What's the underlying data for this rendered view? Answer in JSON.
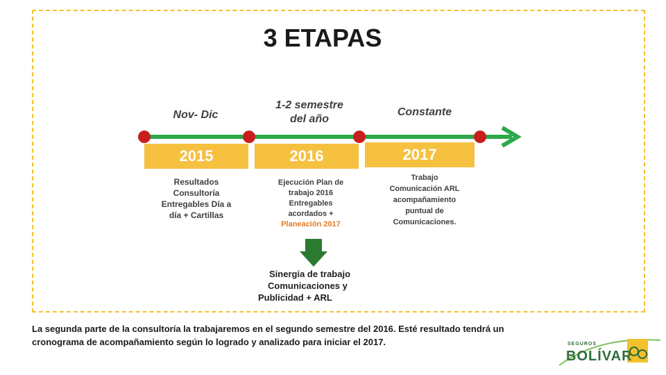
{
  "title": "3 ETAPAS",
  "stages": [
    {
      "period": "Nov- Dic",
      "year": "2015",
      "description": [
        "Resultados",
        "Consultoría",
        "Entregables Día a",
        "día + Cartillas"
      ]
    },
    {
      "period_lines": [
        "1-2 semestre",
        "del año"
      ],
      "year": "2016",
      "description": [
        "Ejecución Plan de",
        "trabajo 2016",
        "Entregables",
        "acordados +"
      ],
      "highlight": "Planeación 2017"
    },
    {
      "period": "Constante",
      "year": "2017",
      "description": [
        "Trabajo",
        "Comunicación ARL",
        "acompañamiento",
        "puntual de",
        "Comunicaciones."
      ]
    }
  ],
  "synergy_lines": [
    "Sinergia de trabajo",
    "Comunicaciones y",
    "Publicidad + ARL"
  ],
  "footer_text": "La segunda parte de la consultoría la trabajaremos en el segundo semestre del  2016. Esté resultado tendrá un cronograma de acompañamiento según lo logrado y analizado para iniciar el 2017.",
  "logo": {
    "small": "SEGUROS",
    "big": "BOLÍVAR"
  },
  "colors": {
    "timeline": "#2ea84a",
    "milestone": "#c81e1e",
    "year_box": "#f6c040",
    "frame": "#f2c12e",
    "arrow": "#2b7a30",
    "highlight": "#e07b20",
    "logo": "#2f6e3a"
  }
}
